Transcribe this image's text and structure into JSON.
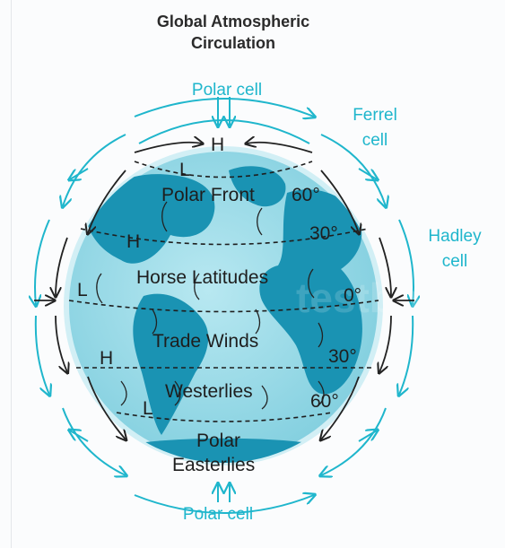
{
  "title": {
    "line1": "Global Atmospheric",
    "line2": "Circulation"
  },
  "cells": {
    "polar_top": "Polar cell",
    "ferrel_1": "Ferrel",
    "ferrel_2": "cell",
    "hadley_1": "Hadley",
    "hadley_2": "cell",
    "polar_bottom": "Polar cell"
  },
  "zones": {
    "polar_front": "Polar Front",
    "horse_latitudes": "Horse Latitudes",
    "trade_winds": "Trade Winds",
    "westerlies": "Westerlies",
    "polar_1": "Polar",
    "polar_2": "Easterlies"
  },
  "latitudes": {
    "lat60n": "60°",
    "lat30n": "30°",
    "lat0": "0°",
    "lat30s": "30°",
    "lat60s": "60°"
  },
  "pressure": {
    "h_pole_n": "H",
    "l_60n": "L",
    "h_30n": "H",
    "l_eq": "L",
    "h_30s": "H",
    "l_60s": "L"
  },
  "watermark": "testbook",
  "colors": {
    "accent": "#1fb6cc",
    "ocean_light": "#a6e1ec",
    "ocean": "#8bd3e3",
    "land": "#1a93b3",
    "text": "#1e1e1e"
  }
}
